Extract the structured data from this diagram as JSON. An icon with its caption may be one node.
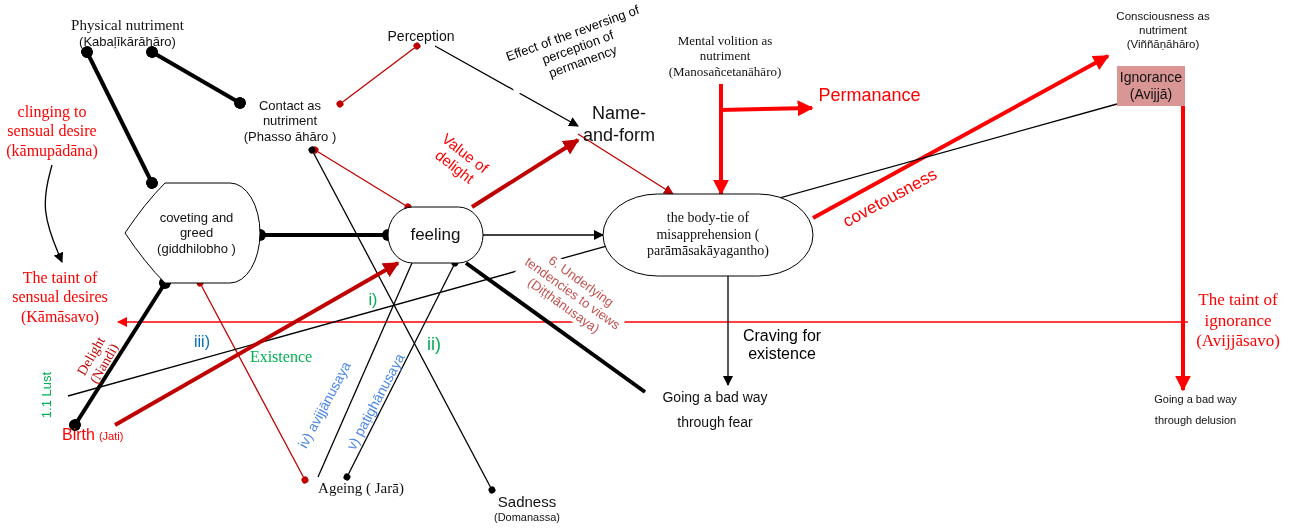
{
  "diagram": {
    "nodes": [
      {
        "text": [
          "Physical nutriment",
          "(Kabaḷīkārāhāro)"
        ]
      },
      {
        "text": [
          "Contact as nutriment (Phasso āhāro )"
        ]
      },
      {
        "text": [
          "Perception"
        ]
      },
      {
        "text": [
          "Name-and-form"
        ]
      },
      {
        "text": [
          "Mental volition as nutriment (Manosañcetanāhāro)"
        ]
      },
      {
        "text": [
          "Consciousness as nutriment (Viññāṇāhāro)"
        ]
      },
      {
        "text": [
          "Ignorance (Avijjā)"
        ]
      },
      {
        "text": [
          "coveting and greed (giddhilobho )"
        ]
      },
      {
        "text": [
          "feeling"
        ]
      },
      {
        "text": [
          "the body-tie of misapprehension ( parāmāsakāyagantho)"
        ]
      },
      {
        "text": [
          "Going a bad way through fear"
        ]
      },
      {
        "text": [
          "Going a bad way through delusion"
        ]
      },
      {
        "text": [
          "Birth",
          "(Jati)"
        ]
      },
      {
        "text": [
          "Ageing ( Jarā)"
        ]
      },
      {
        "text": [
          "Sadness",
          "(Domanassa)"
        ]
      },
      {
        "text": [
          "The taint of sensual desires (Kāmāsavo)"
        ]
      },
      {
        "text": [
          "The taint of ignorance (Avijjāsavo)"
        ]
      },
      {
        "text": [
          "clinging to sensual desire (kāmupādāna)"
        ]
      },
      {
        "text": [
          "Permanance"
        ]
      }
    ],
    "edges": [
      {
        "from": 0,
        "to": 7,
        "arrow": "other",
        "style": "thick"
      },
      {
        "from": 0,
        "to": 1,
        "arrow": "other",
        "style": "thick"
      },
      {
        "from": 2,
        "to": 1,
        "arrow": "other",
        "color": "#c00000"
      },
      {
        "from": 1,
        "to": 8,
        "arrow": "other",
        "color": "#c00000"
      },
      {
        "from": 1,
        "to": 14,
        "arrow": "other"
      },
      {
        "from": 2,
        "to": 3,
        "arrow": "to",
        "label": "Effect of the reversing of perception of permanency"
      },
      {
        "from": 8,
        "to": 3,
        "arrow": "to",
        "label": "Value of delight",
        "style": "thick",
        "color": "#c00000"
      },
      {
        "from": 3,
        "to": 9,
        "arrow": "to",
        "color": "#c00000"
      },
      {
        "from": 4,
        "to": 9,
        "arrow": "to",
        "style": "thick",
        "color": "#ff0000"
      },
      {
        "from": 4,
        "to": 18,
        "arrow": "to",
        "style": "thick",
        "color": "#ff0000"
      },
      {
        "from": 9,
        "to": 5,
        "arrow": "to",
        "label": "covetousness",
        "style": "thick",
        "color": "#ff0000"
      },
      {
        "from": 6,
        "to": 11,
        "arrow": "to",
        "style": "thick",
        "color": "#ff0000"
      },
      {
        "from": 16,
        "to": 15,
        "arrow": "to",
        "color": "#ff0000"
      },
      {
        "from": 7,
        "to": 8,
        "arrow": "other",
        "style": "thick"
      },
      {
        "from": 8,
        "to": 9,
        "arrow": "to"
      },
      {
        "from": 9,
        "to": 10,
        "arrow": "to",
        "label": "Craving for existence"
      },
      {
        "from": 8,
        "to": 10,
        "arrow": "none",
        "label": "6. Underlying tendencies to views (Diṭṭhānusaya)",
        "style": "thick"
      },
      {
        "from": 7,
        "to": 12,
        "arrow": "other",
        "style": "thick"
      },
      {
        "from": 7,
        "to": 13,
        "arrow": "other",
        "color": "#c00000"
      },
      {
        "from": 6,
        "to": null,
        "arrow": "none"
      },
      {
        "from": 12,
        "to": 8,
        "arrow": "to",
        "style": "thick",
        "color": "#c00000"
      },
      {
        "from": 17,
        "to": 15,
        "arrow": "to"
      },
      {
        "from": 8,
        "to": 13,
        "arrow": "none"
      },
      {
        "from": 13,
        "to": 8,
        "arrow": "other"
      }
    ],
    "labels": [
      "i)",
      "iii)",
      "Existence",
      "ii)",
      "1.1 Lust",
      "Delight (Nandi)",
      "iv) avijjānusaya",
      "v) paṭighānusaya"
    ]
  }
}
